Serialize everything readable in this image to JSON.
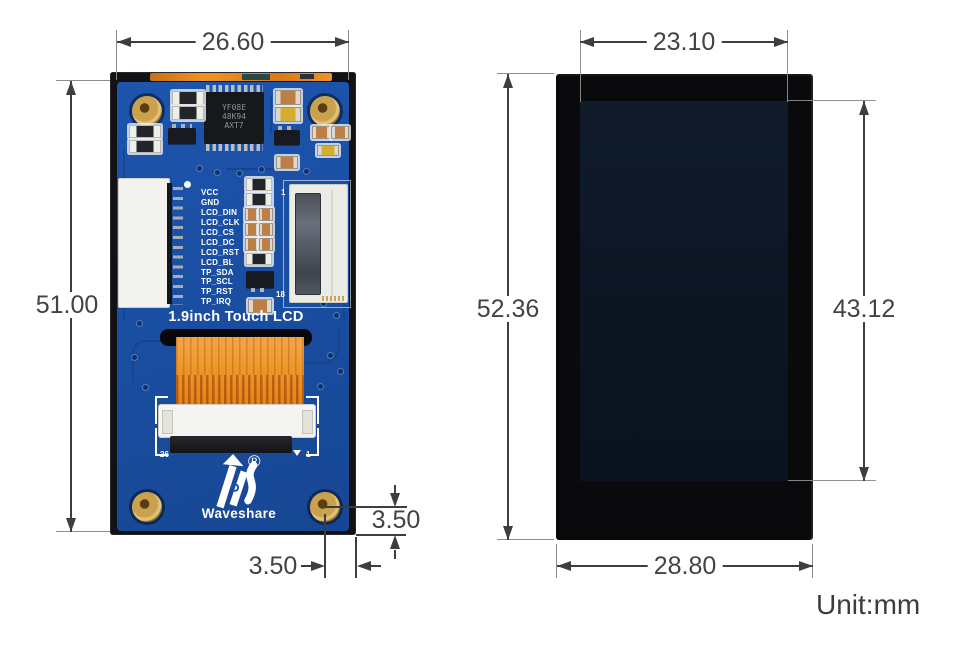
{
  "unit_note": "Unit:mm",
  "back_view": {
    "width_mm": "26.60",
    "height_mm": "51.00",
    "hole_offset_vertical_mm": "3.50",
    "hole_offset_horizontal_mm": "3.50",
    "board_title": "1.9inch Touch LCD",
    "brand": "Waveshare",
    "registered_mark": "®",
    "ic_marking": {
      "line1": "YF08E",
      "line2": "48K94",
      "line3": "AXT7"
    },
    "pin_labels": [
      "VCC",
      "GND",
      "LCD_DIN",
      "LCD_CLK",
      "LCD_CS",
      "LCD_DC",
      "LCD_RST",
      "LCD_BL",
      "TP_SDA",
      "TP_SCL",
      "TP_RST",
      "TP_IRQ"
    ],
    "fpc18": {
      "first_pin": "1",
      "last_pin": "18"
    },
    "fpc26": {
      "left_pin": "26",
      "right_pin": "1"
    }
  },
  "front_view": {
    "active_area_width_mm": "23.10",
    "module_height_mm": "52.36",
    "active_area_height_mm": "43.12",
    "module_width_mm": "28.80"
  },
  "colors": {
    "pcb_blue": "#1a4fa3",
    "frame_black": "#121216",
    "gold": "#caa24e",
    "ribbon_orange": "#ec8c1e",
    "lcd_panel": "#0d1724",
    "dim_line": "#3e3e3e",
    "ext_line": "#8d8d8d",
    "silkscreen": "#ffffff"
  }
}
